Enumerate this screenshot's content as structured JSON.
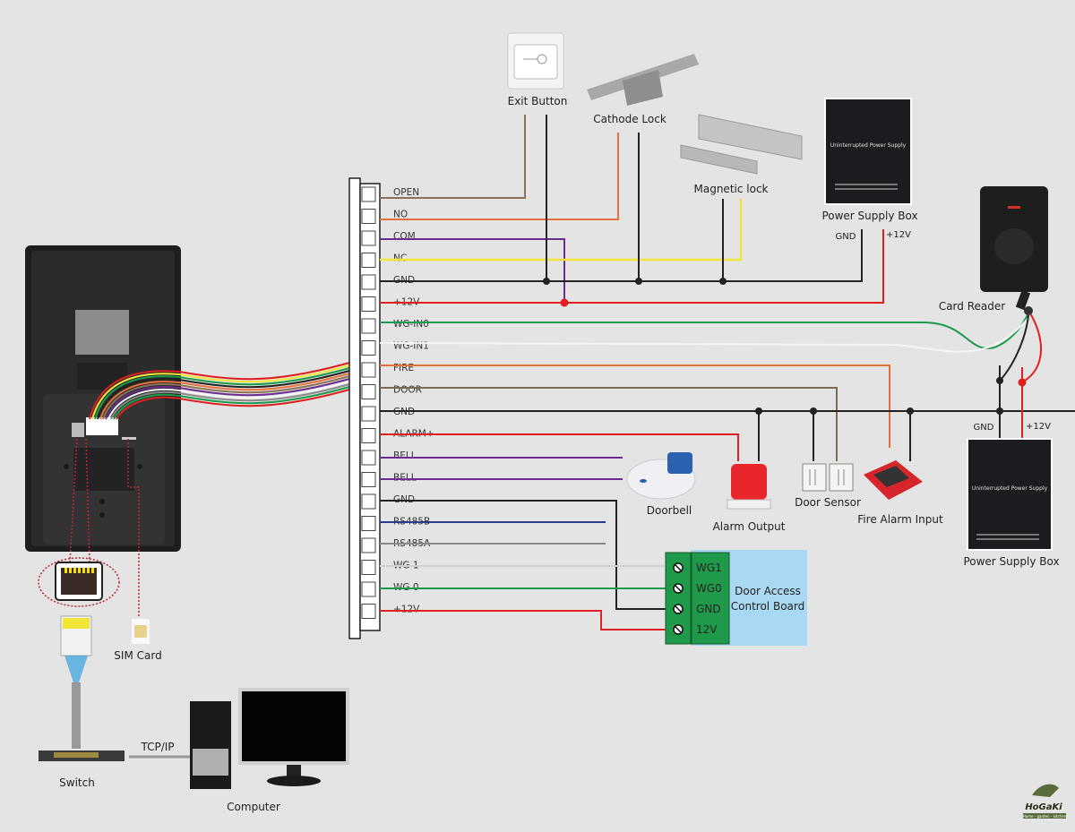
{
  "terminal": {
    "pins": [
      "OPEN",
      "NO",
      "COM",
      "NC",
      "GND",
      "+12V",
      "WG-IN0",
      "WG-IN1",
      "FIRE",
      "DOOR",
      "GND",
      "ALARM+",
      "BELL",
      "BELL",
      "GND",
      "RS485B",
      "RS485A",
      "WG 1",
      "WG 0",
      "+12V"
    ],
    "wire_colors": [
      "#8b7355",
      "#e8703a",
      "#6b2d8f",
      "#f2e53a",
      "#222222",
      "#e02020",
      "#1a9a4a",
      "#f5f5f5",
      "#e8703a",
      "#7a6a55",
      "#222222",
      "#e02020",
      "#6b2d8f",
      "#6b2d8f",
      "#222222",
      "#2b3a8f",
      "#8a8a8a",
      "#d0d0d0",
      "#1a9a4a",
      "#e02020"
    ]
  },
  "devices": {
    "exit_button": {
      "label": "Exit Button"
    },
    "cathode_lock": {
      "label": "Cathode Lock"
    },
    "magnetic_lock": {
      "label": "Magnetic lock"
    },
    "power_supply_top": {
      "label": "Power Supply Box",
      "gnd": "GND",
      "v12": "+12V",
      "panel_title": "Uninterrupted Power Supply"
    },
    "card_reader": {
      "label": "Card Reader"
    },
    "power_supply_right": {
      "label": "Power Supply Box",
      "gnd": "GND",
      "v12": "+12V",
      "panel_title": "Uninterrupted Power Supply"
    },
    "doorbell": {
      "label": "Doorbell"
    },
    "alarm_output": {
      "label": "Alarm Output"
    },
    "door_sensor": {
      "label": "Door Sensor"
    },
    "fire_alarm": {
      "label": "Fire Alarm Input"
    },
    "control_board": {
      "label_line1": "Door Access",
      "label_line2": "Control Board",
      "pins": [
        "WG1",
        "WG0",
        "GND",
        "12V"
      ]
    },
    "sim_card": {
      "label": "SIM Card"
    },
    "switch": {
      "label": "Switch"
    },
    "computer": {
      "label": "Computer"
    },
    "link": {
      "label": "TCP/IP"
    }
  },
  "watermark": {
    "brand": "HoGaKi",
    "tagline": "Home - garden - kitchen"
  }
}
